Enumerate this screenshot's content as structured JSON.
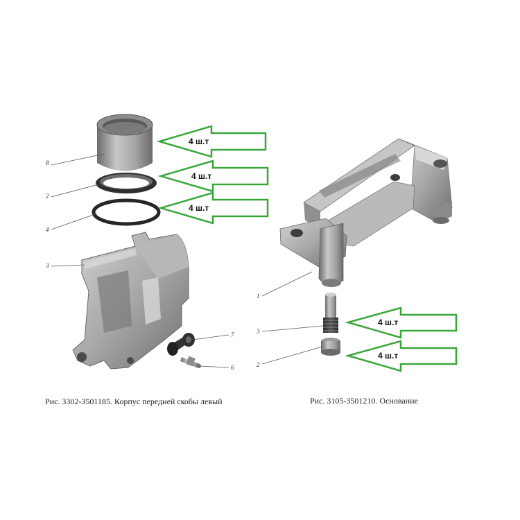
{
  "figures": {
    "left": {
      "caption": "Рис. 3302-3501185. Корпус передней скобы левый",
      "callouts": [
        "8",
        "2",
        "4",
        "3",
        "7",
        "6"
      ],
      "arrow_labels": [
        "4 ш.т",
        "4 ш.т",
        "4 ш.т"
      ]
    },
    "right": {
      "caption": "Рис. 3105-3501210. Основание",
      "callouts": [
        "1",
        "3",
        "2"
      ],
      "arrow_labels": [
        "4 ш.т",
        "4 ш.т"
      ]
    }
  },
  "colors": {
    "arrow_stroke": "#3aa63a",
    "arrow_fill": "#ffffff",
    "part_light": "#c9c9c9",
    "part_mid": "#9d9d9d",
    "part_dark": "#5e5e5e"
  }
}
